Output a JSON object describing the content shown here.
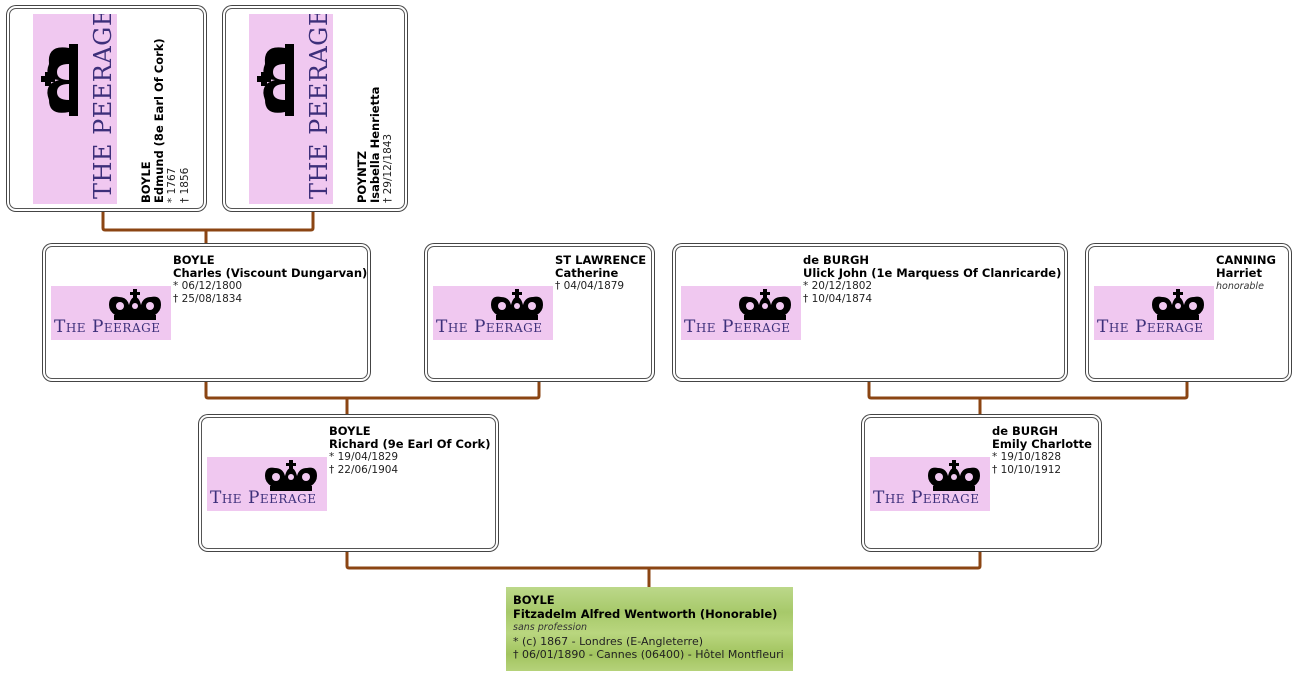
{
  "logo": {
    "title": "The Peerage",
    "icon": "crown-icon"
  },
  "colors": {
    "connector": "#8b4513",
    "logo_bg": "#f0c8f0",
    "logo_text": "#3d2f7a",
    "subject_bg": "#b0d070"
  },
  "generation3": [
    {
      "surname": "BOYLE",
      "given": "Edmund (8e Earl Of Cork)",
      "birth": "* 1767",
      "death": "† 1856"
    },
    {
      "surname": "POYNTZ",
      "given": "Isabella Henrietta",
      "death": "† 29/12/1843"
    }
  ],
  "generation2": [
    {
      "surname": "BOYLE",
      "given": "Charles (Viscount Dungarvan)",
      "birth": "* 06/12/1800",
      "death": "† 25/08/1834"
    },
    {
      "surname": "ST LAWRENCE",
      "given": "Catherine",
      "death": "† 04/04/1879"
    },
    {
      "surname": "de BURGH",
      "given": "Ulick John (1e Marquess Of Clanricarde)",
      "birth": "* 20/12/1802",
      "death": "† 10/04/1874"
    },
    {
      "surname": "CANNING",
      "given": "Harriet",
      "note": "honorable"
    }
  ],
  "generation1": [
    {
      "surname": "BOYLE",
      "given": "Richard (9e Earl Of Cork)",
      "birth": "* 19/04/1829",
      "death": "† 22/06/1904"
    },
    {
      "surname": "de BURGH",
      "given": "Emily Charlotte",
      "birth": "* 19/10/1828",
      "death": "† 10/10/1912"
    }
  ],
  "subject": {
    "surname": "BOYLE",
    "given": "Fitzadelm Alfred Wentworth (Honorable)",
    "occupation": "sans profession",
    "birth": "* (c) 1867  - Londres (E-Angleterre)",
    "death": "† 06/01/1890  - Cannes (06400) - Hôtel Montfleuri"
  }
}
